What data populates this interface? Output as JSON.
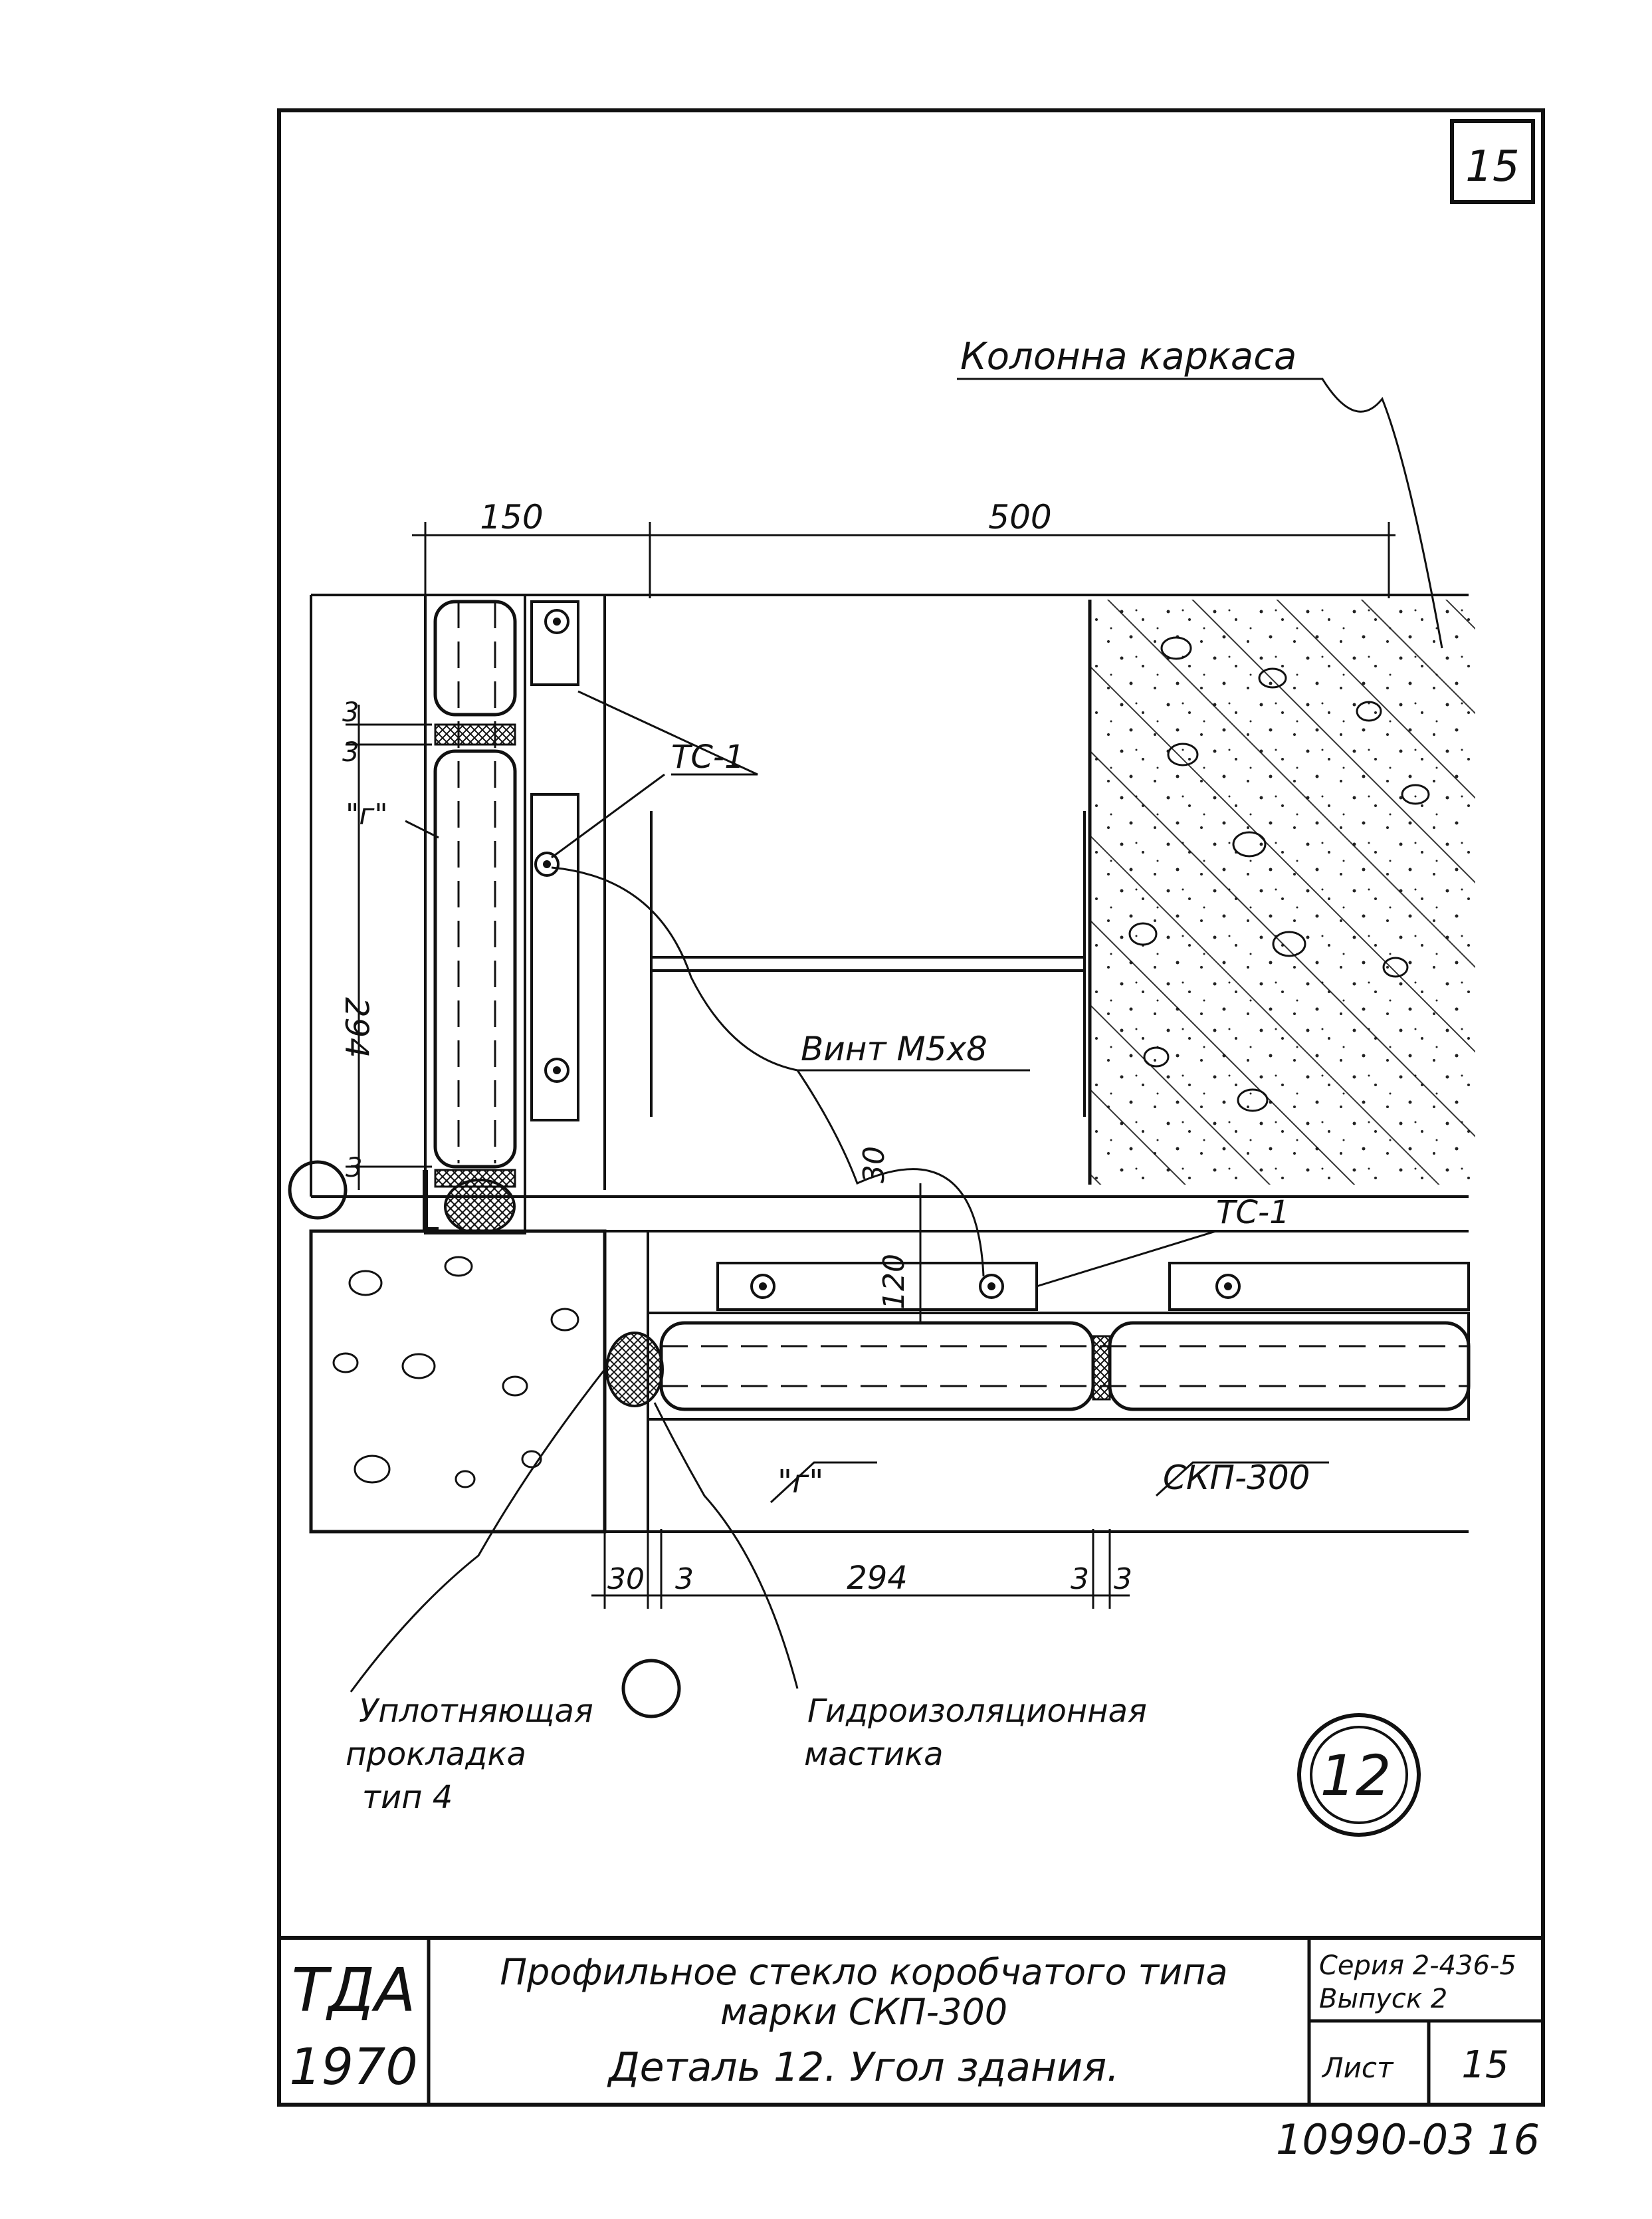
{
  "sheet": {
    "corner_number": "15",
    "footer_number": "10990-03  16"
  },
  "labels": {
    "column_frame": "Колонна каркаса",
    "tc1_top": "ТС-1",
    "tc1_bottom": "ТС-1",
    "screw": "Винт М5х8",
    "g_left": "\"г\"",
    "g_bottom": "\"г\"",
    "skp300": "СКП-300",
    "seal_line1": "Уплотняющая",
    "seal_line2": "прокладка",
    "seal_line3": "тип 4",
    "mastic_line1": "Гидроизоляционная",
    "mastic_line2": "мастика",
    "detail_number": "12"
  },
  "dimensions": {
    "top_150": "150",
    "top_500": "500",
    "left_3a": "3",
    "left_3b": "3",
    "left_294": "294",
    "left_3c": "3",
    "mid_30": "30",
    "mid_120": "120",
    "bottom_30": "30",
    "bottom_3a": "3",
    "bottom_294": "294",
    "bottom_3b": "3",
    "bottom_3c": "3"
  },
  "title_block": {
    "org": "ТДА",
    "year": "1970",
    "title_line1": "Профильное стекло коробчатого типа",
    "title_line2": "марки СКП-300",
    "title_line3": "Деталь 12. Угол здания.",
    "series_line1": "Серия 2-436-5",
    "series_line2": "Выпуск  2",
    "sheet_label": "Лист",
    "sheet_value": "15"
  }
}
